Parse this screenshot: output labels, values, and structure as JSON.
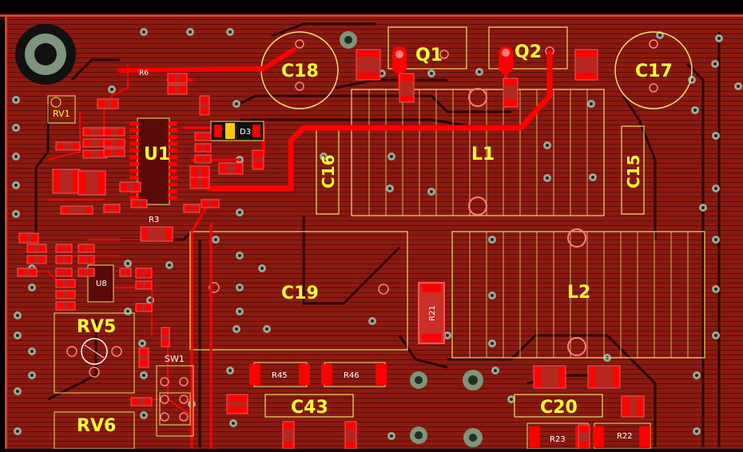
{
  "board": {
    "name": "pcb-layout-view",
    "colors": {
      "background": "#000000",
      "copper_fill": "#8a1a10",
      "copper_hatch": "#5e0c08",
      "top_trace": "#ff0000",
      "bottom_trace": "#3a0000",
      "silkscreen": "#ffff33",
      "overlay": "#e8e070",
      "pad": "#ff5050",
      "via": "#9aa89a",
      "via_hole": "#1c2a1c",
      "pad_hole": "#ff8080"
    }
  },
  "labels": {
    "C18": "C18",
    "C17": "C17",
    "Q1": "Q1",
    "Q2": "Q2",
    "L1": "L1",
    "L2": "L2",
    "C16": "C16",
    "C15": "C15",
    "C19": "C19",
    "U1": "U1",
    "RV5": "RV5",
    "RV6": "RV6",
    "SW1": "SW1",
    "C43": "C43",
    "C20": "C20",
    "RV1": "RV1",
    "U8": "U8",
    "R45": "R45",
    "R46": "R46",
    "R21": "R21",
    "R23": "R23",
    "R22": "R22",
    "D3": "D3",
    "R3": "R3",
    "R6": "R6"
  }
}
